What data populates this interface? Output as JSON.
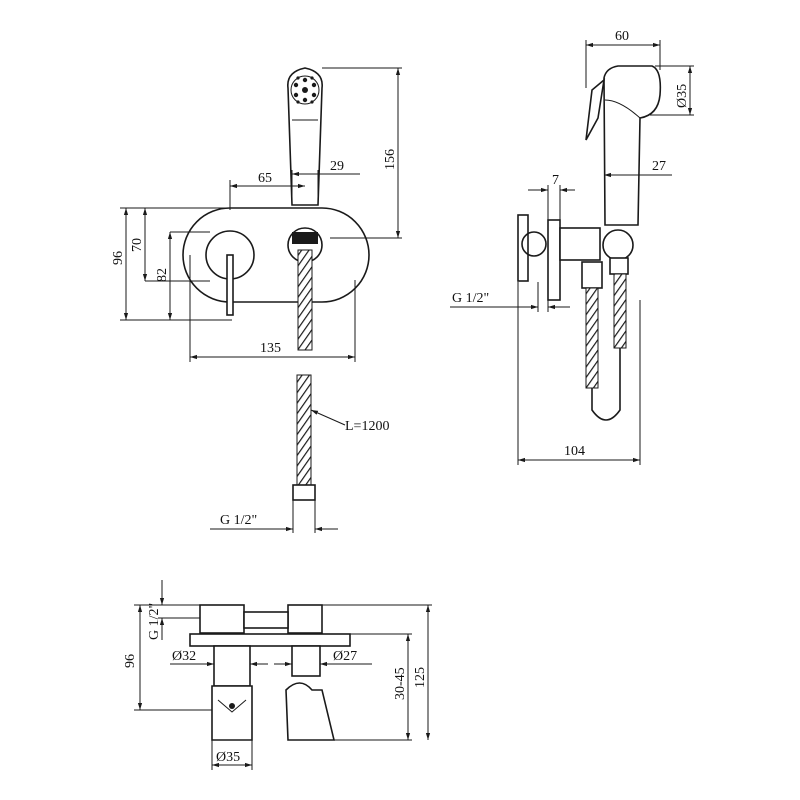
{
  "drawing": {
    "front_view": {
      "width_135": "135",
      "height_96": "96",
      "height_70": "70",
      "height_82": "82",
      "offset_65": "65",
      "offset_29": "29",
      "height_156": "156"
    },
    "side_view": {
      "width_60": "60",
      "dia_35": "Ø35",
      "dim_27": "27",
      "dim_7": "7",
      "thread": "G 1/2\"",
      "depth_104": "104"
    },
    "hose": {
      "length": "L=1200",
      "thread": "G 1/2\""
    },
    "top_view": {
      "thread": "G 1/2\"",
      "height_96": "96",
      "dia_32": "Ø32",
      "dia_27": "Ø27",
      "range_30_45": "30-45",
      "height_125": "125",
      "dia_35": "Ø35"
    }
  }
}
